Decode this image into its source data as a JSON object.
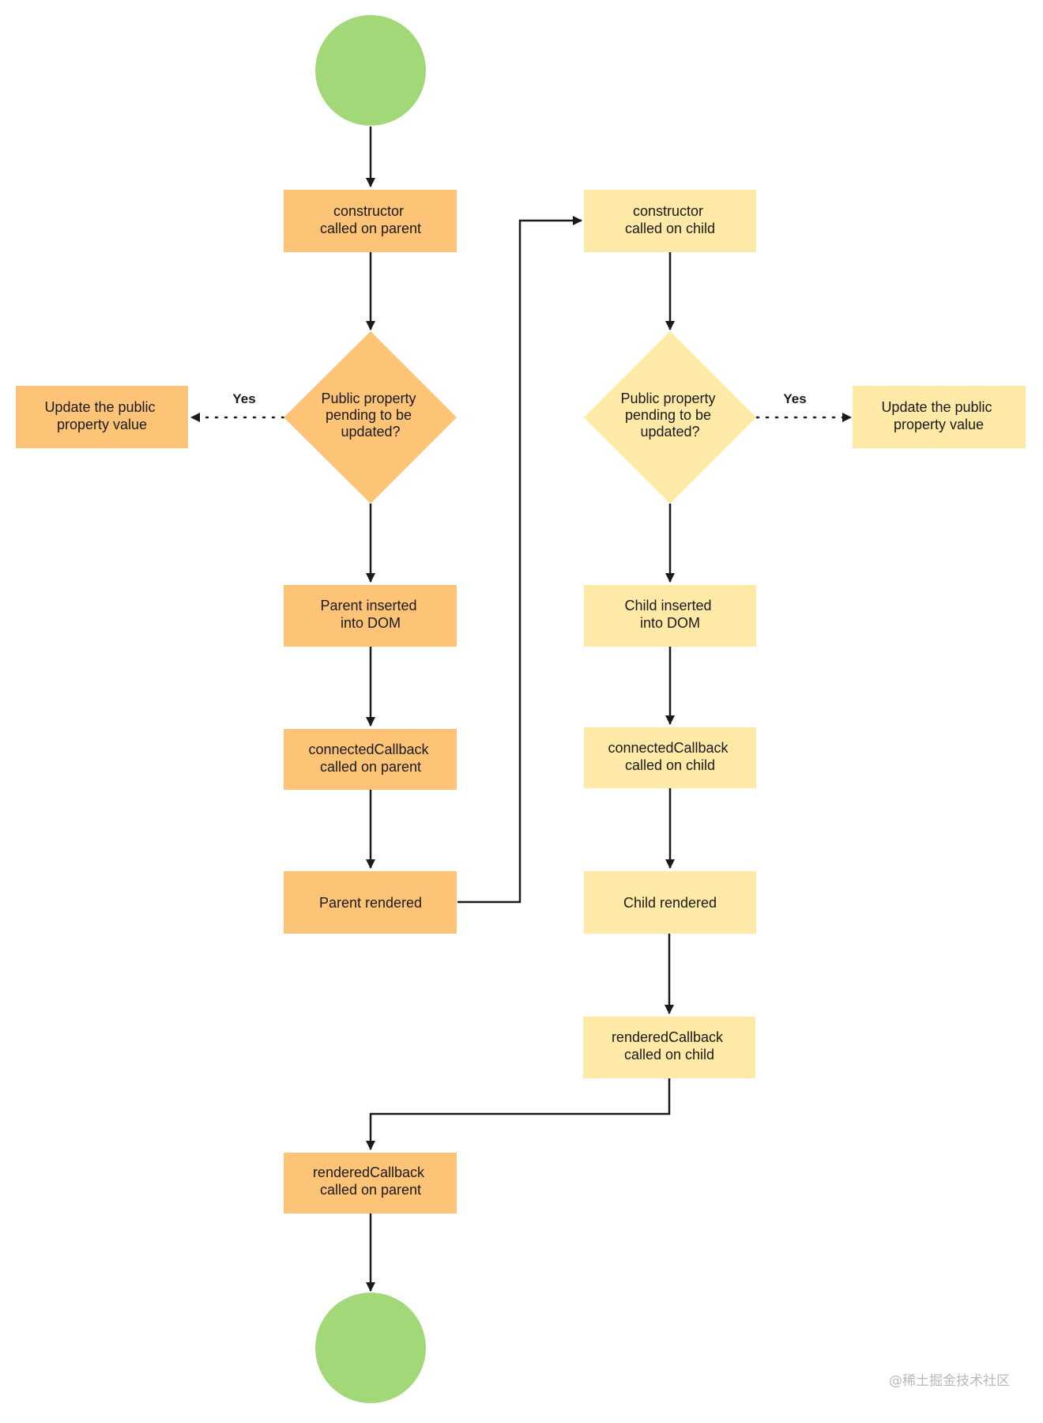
{
  "colors": {
    "parent_fill": "#FDC377",
    "child_fill": "#FEE9A6",
    "terminal_fill": "#A3D879",
    "edge": "#1A1A1A"
  },
  "parent": {
    "constructor": [
      "constructor",
      "called on parent"
    ],
    "decision": [
      "Public property",
      "pending to be",
      "updated?"
    ],
    "update": [
      "Update the public",
      "property value"
    ],
    "yes_label": "Yes",
    "inserted": [
      "Parent inserted",
      "into DOM"
    ],
    "connected": [
      "connectedCallback",
      "called on parent"
    ],
    "rendered": [
      "Parent rendered"
    ],
    "rendered_callback": [
      "renderedCallback",
      "called on parent"
    ]
  },
  "child": {
    "constructor": [
      "constructor",
      "called on child"
    ],
    "decision": [
      "Public property",
      "pending to be",
      "updated?"
    ],
    "update": [
      "Update the public",
      "property value"
    ],
    "yes_label": "Yes",
    "inserted": [
      "Child inserted",
      "into DOM"
    ],
    "connected": [
      "connectedCallback",
      "called on child"
    ],
    "rendered": [
      "Child rendered"
    ],
    "rendered_callback": [
      "renderedCallback",
      "called on child"
    ]
  },
  "watermark": "@稀土掘金技术社区"
}
